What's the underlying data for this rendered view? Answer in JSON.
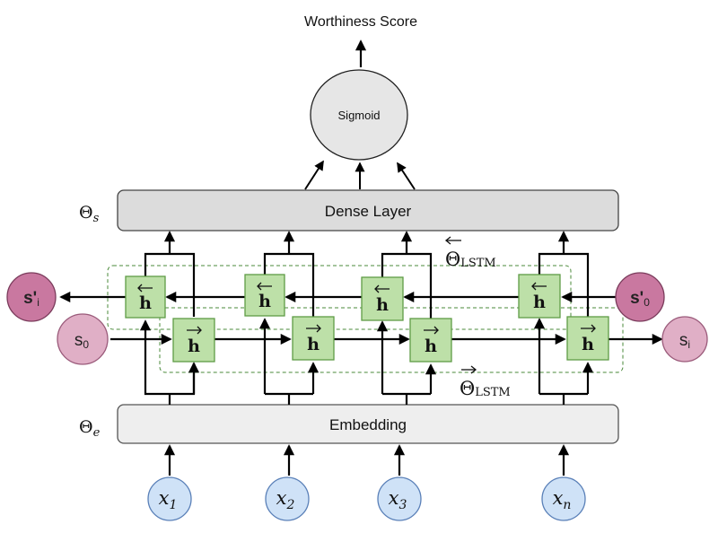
{
  "output": {
    "label": "Worthiness Score"
  },
  "sigmoid": {
    "label": "Sigmoid",
    "fill": "#e6e6e6"
  },
  "dense": {
    "label": "Dense Layer",
    "theta": "Θ",
    "theta_sub": "s"
  },
  "embedding": {
    "label": "Embedding",
    "theta": "Θ",
    "theta_sub": "e"
  },
  "lstm": {
    "backward_theta": "Θ",
    "backward_sub": "LSTM",
    "forward_theta": "Θ",
    "forward_sub": "LSTM",
    "cell_label": "h",
    "cell_fill": "#bde0a8",
    "cell_stroke": "#5f9c46"
  },
  "states": {
    "s_prime_i": {
      "main": "s'",
      "sub": "i"
    },
    "s_prime_0": {
      "main": "s'",
      "sub": "0"
    },
    "s_0": {
      "main": "s",
      "sub": "0"
    },
    "s_i": {
      "main": "s",
      "sub": "i"
    },
    "dark_fill": "#c978a0",
    "light_fill": "#e0afc6"
  },
  "inputs": [
    {
      "main": "x",
      "sub": "1"
    },
    {
      "main": "x",
      "sub": "2"
    },
    {
      "main": "x",
      "sub": "3"
    },
    {
      "main": "x",
      "sub": "n"
    }
  ],
  "input_fill": "#cfe2f7",
  "input_stroke": "#5a80b8"
}
